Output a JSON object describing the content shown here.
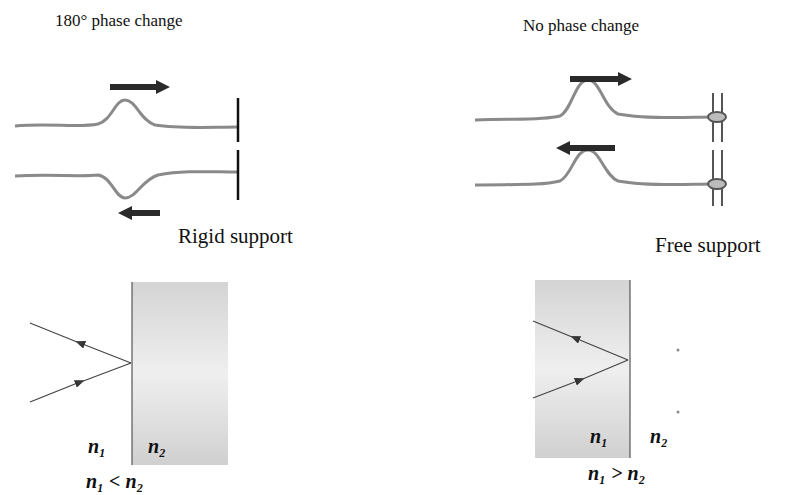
{
  "diagram": {
    "labels": [
      "180° phase change",
      "No phase change",
      "Rigid support",
      "Free support",
      "n₁",
      "n₂",
      "n₁ < n₂",
      "n₁",
      "n₂",
      "n₁ > n₂"
    ]
  }
}
